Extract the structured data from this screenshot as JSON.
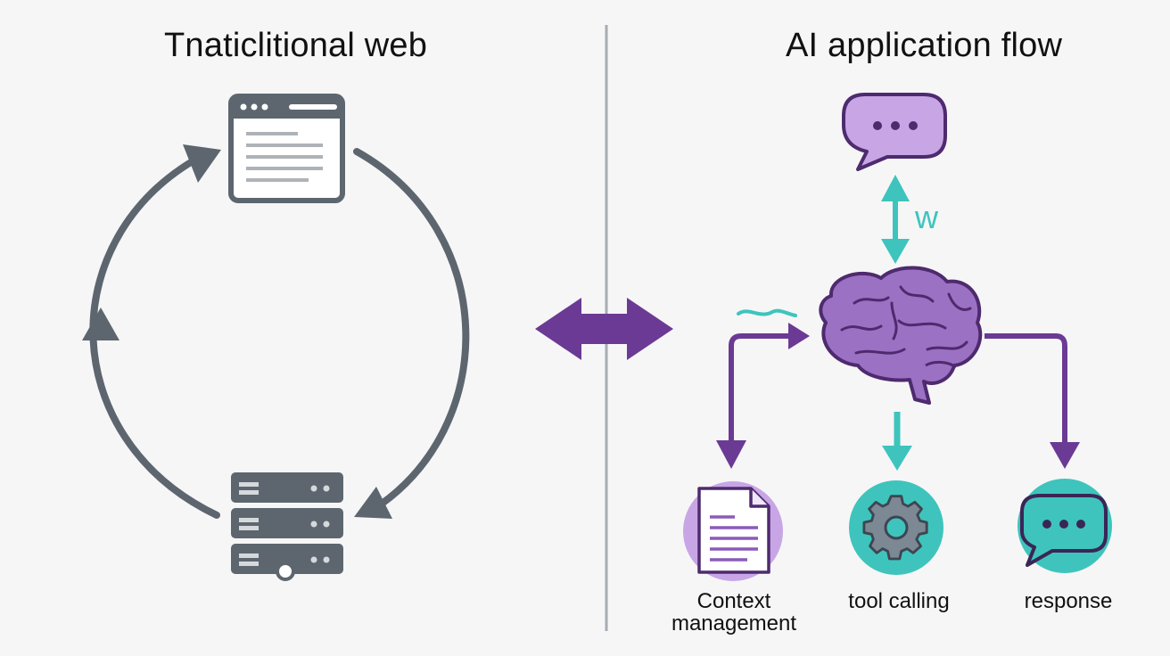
{
  "left_panel": {
    "title": "Tnaticlitional web"
  },
  "right_panel": {
    "title": "AI application flow",
    "labels": {
      "context": "Context\nmanagement",
      "tool": "tool calling",
      "response": "response"
    },
    "squiggle_text": "w"
  },
  "colors": {
    "gray": "#5d666f",
    "purple": "#6b3a94",
    "purple_light": "#c8a6e6",
    "teal": "#3ec4bd",
    "text": "#111111"
  }
}
